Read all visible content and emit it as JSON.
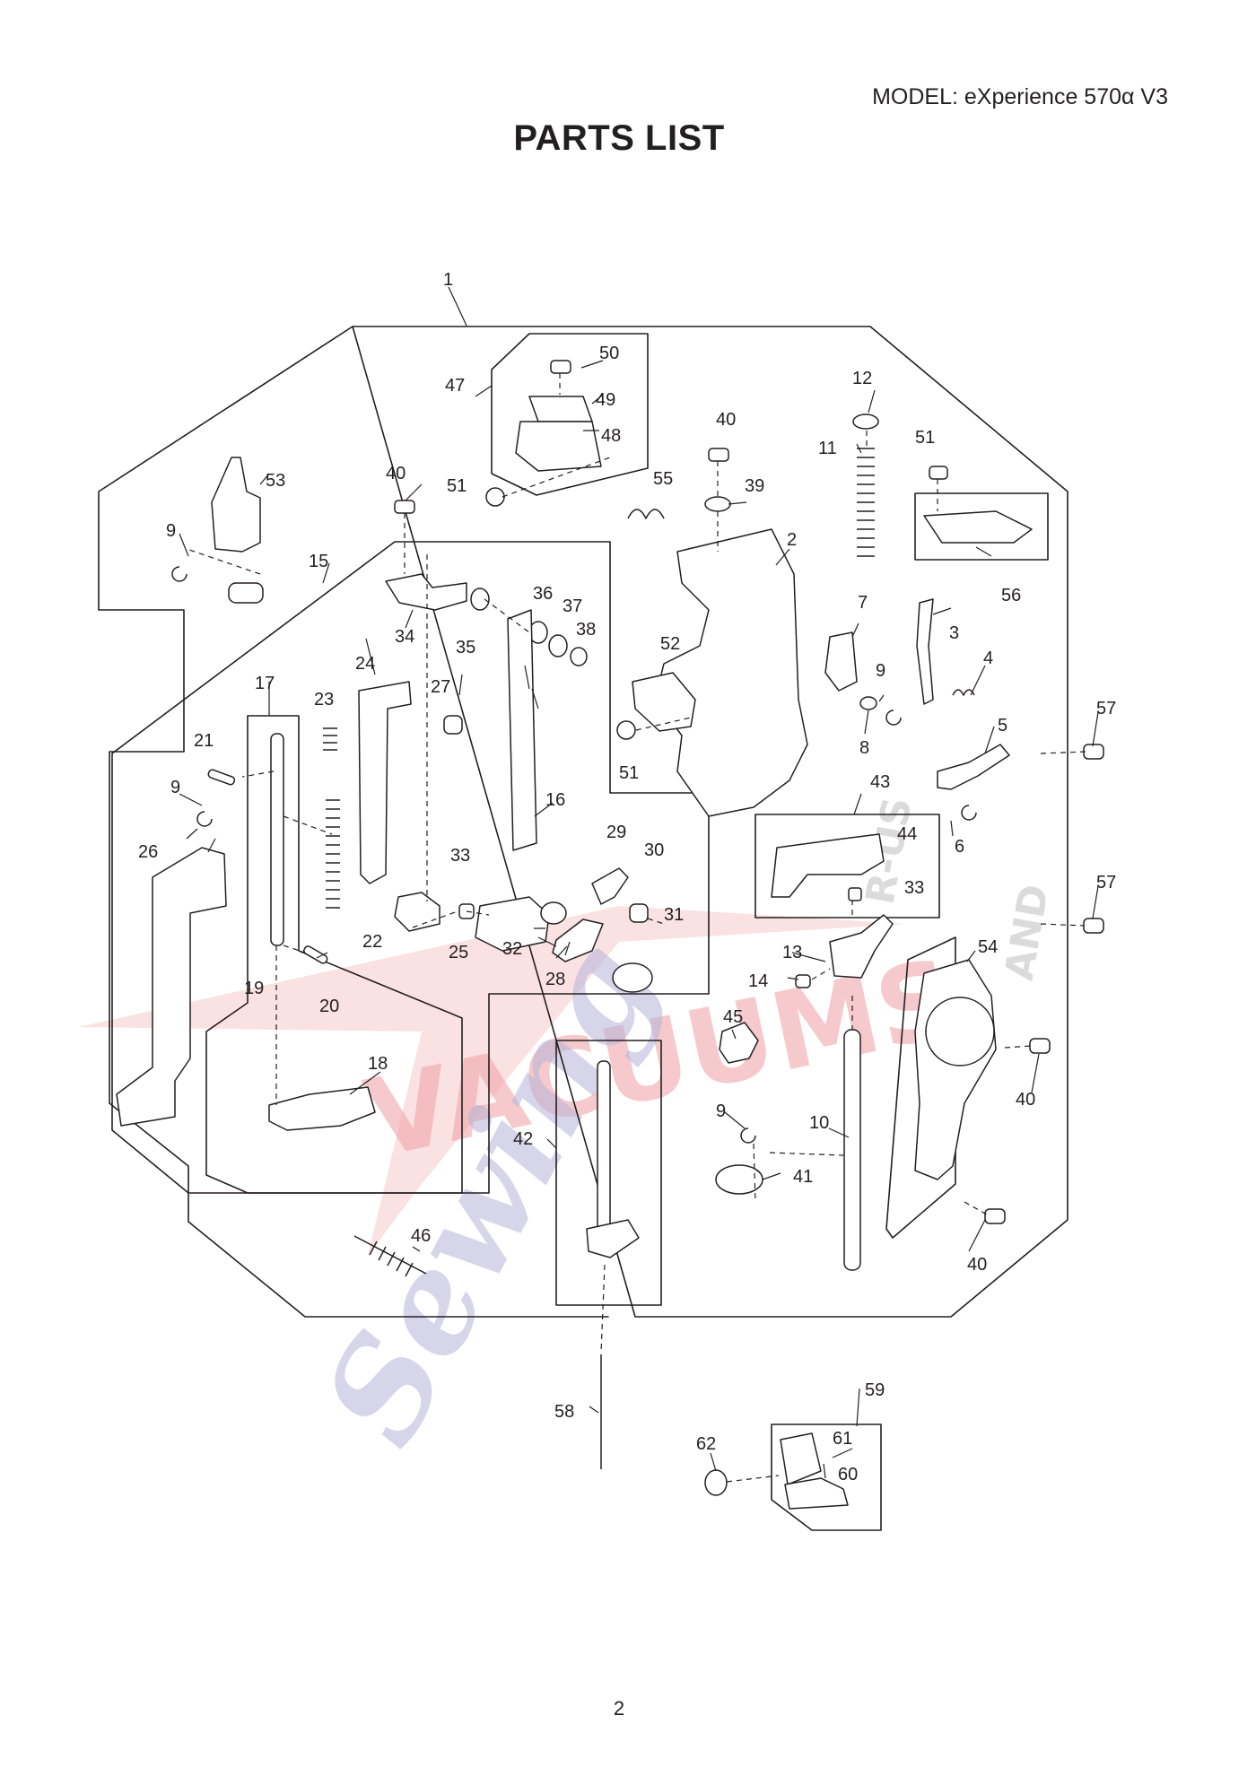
{
  "header": {
    "model": "MODEL: eXperience 570α V3",
    "title": "PARTS LIST"
  },
  "footer": {
    "page_number": "2"
  },
  "watermark": {
    "brand": "VACUUMS",
    "r_us": "R-US",
    "and": "AND",
    "sewing": "Sewing",
    "colors": {
      "red": "#f0a0a3",
      "blue": "#b5b4d9",
      "grey": "#d3d3d3"
    }
  },
  "parts": {
    "p1": "1",
    "p2": "2",
    "p3": "3",
    "p4": "4",
    "p5": "5",
    "p6": "6",
    "p7": "7",
    "p8": "8",
    "p9": "9",
    "p10": "10",
    "p11": "11",
    "p12": "12",
    "p13": "13",
    "p14": "14",
    "p15": "15",
    "p16": "16",
    "p17": "17",
    "p18": "18",
    "p19": "19",
    "p20": "20",
    "p21": "21",
    "p22": "22",
    "p23": "23",
    "p24": "24",
    "p25": "25",
    "p26": "26",
    "p27": "27",
    "p28": "28",
    "p29": "29",
    "p30": "30",
    "p31": "31",
    "p32": "32",
    "p33": "33",
    "p34": "34",
    "p35": "35",
    "p36": "36",
    "p37": "37",
    "p38": "38",
    "p39": "39",
    "p40": "40",
    "p41": "41",
    "p42": "42",
    "p43": "43",
    "p44": "44",
    "p45": "45",
    "p46": "46",
    "p47": "47",
    "p48": "48",
    "p49": "49",
    "p50": "50",
    "p51": "51",
    "p52": "52",
    "p53": "53",
    "p54": "54",
    "p55": "55",
    "p56": "56",
    "p57": "57",
    "p58": "58",
    "p59": "59",
    "p60": "60",
    "p61": "61",
    "p62": "62"
  }
}
